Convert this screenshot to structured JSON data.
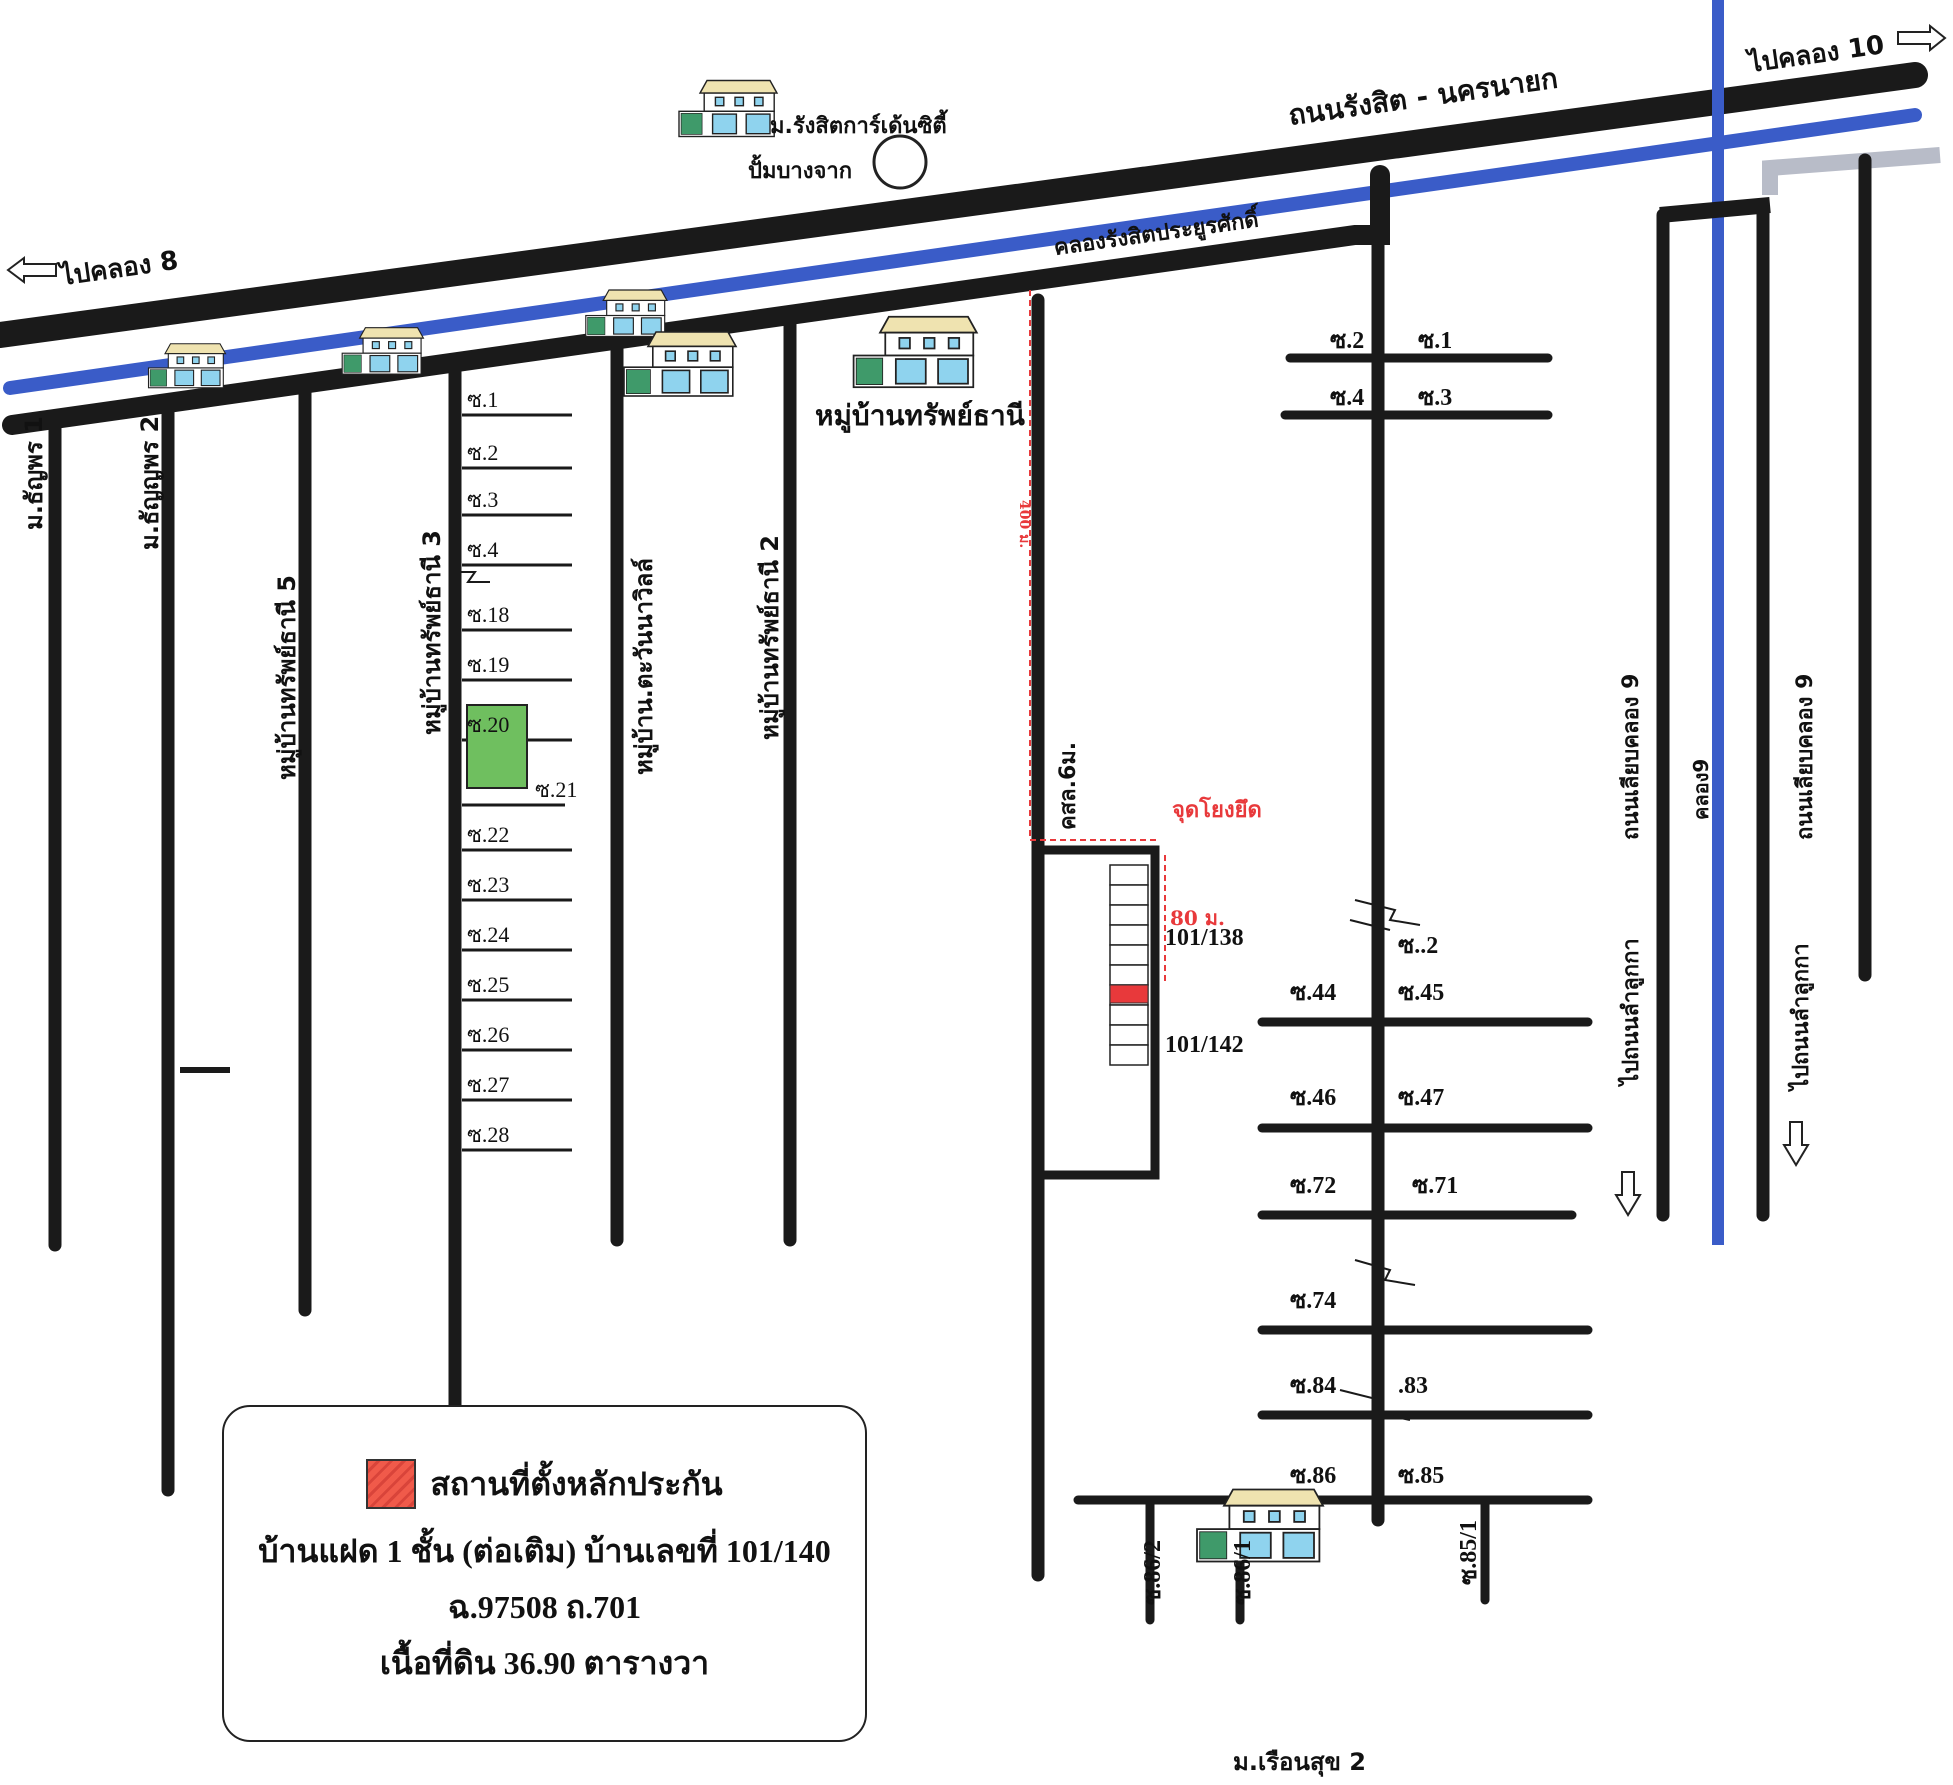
{
  "title": "แผนที่ตั้งหลักประกัน",
  "colors": {
    "road": "#1a1a1a",
    "canal": "#3a5cc8",
    "collateral": "#e8393b",
    "annotation": "#e8393b",
    "park": "#6fbf5f",
    "arrow_green": "#2f7a4a"
  },
  "main_roads": {
    "rangsit_nakhonnayok": "ถนนรังสิต - นครนายก",
    "to_khlong_8": "ไปคลอง 8",
    "to_khlong_10": "ไปคลอง 10",
    "canal_name": "คลองรังสิตประยูรศักดิ์",
    "landmark_pump": "ปั้มบางจาก",
    "landmark_village": "ม.รังสิตการ์เด้นซิตี้"
  },
  "villages": [
    {
      "label": "ม.ธัญพร 1"
    },
    {
      "label": "ม.ธัญญพร 2"
    },
    {
      "label": "หมู่บ้านทรัพย์ธานี 5"
    },
    {
      "label": "หมู่บ้านทรัพย์ธานี 3"
    },
    {
      "label": "หมู่บ้าน.ตะวันนาวิลล์"
    },
    {
      "label": "หมู่บ้านทรัพย์ธานี 2"
    },
    {
      "label": "หมู่บ้านทรัพย์ธานี"
    },
    {
      "label": "ม.เรือนสุข 2"
    }
  ],
  "left_sois": [
    "ซ.1",
    "ซ.2",
    "ซ.3",
    "ซ.4",
    "ซ.18",
    "ซ.19",
    "ซ.20",
    "ซ.21",
    "ซ.22",
    "ซ.23",
    "ซ.24",
    "ซ.25",
    "ซ.26",
    "ซ.27",
    "ซ.28"
  ],
  "road_klong6": "คสล.6ม.",
  "annotations": {
    "distance_400": "400 ม.",
    "distance_80": "80 ม.",
    "reference_point": "จุดโยงยึด",
    "house_138": "101/138",
    "house_142": "101/142"
  },
  "right_sois": {
    "top_left": [
      "ซ.2",
      "ซ.4"
    ],
    "top_right": [
      "ซ.1",
      "ซ.3"
    ],
    "partial": "ซ..2",
    "pairs": [
      {
        "left": "ซ.44",
        "right": "ซ.45"
      },
      {
        "left": "ซ.46",
        "right": "ซ.47"
      },
      {
        "left": "ซ.72",
        "right": "ซ.71"
      },
      {
        "left": "ซ.74",
        "right": ""
      },
      {
        "left": "ซ.84",
        "right": ".83"
      },
      {
        "left": "ซ.86",
        "right": "ซ.85"
      }
    ],
    "branches": [
      "ซ.86/2",
      "ซ.86/1",
      "ซ.85/1"
    ]
  },
  "east_side": {
    "road_a": "ถนนเลียบคลอง 9",
    "canal": "คลอง9",
    "road_b": "ถนนเลียบคลอง 9",
    "to_lamlukka_a": "ไปถนนลำลูกกา",
    "to_lamlukka_b": "ไปถนนลำลูกกา"
  },
  "legend": {
    "title": "สถานที่ตั้งหลักประกัน",
    "line1": "บ้านแฝด 1 ชั้น (ต่อเติม) บ้านเลขที่ 101/140",
    "line2": "ฉ.97508 ถ.701",
    "line3": "เนื้อที่ดิน 36.90 ตารางวา"
  }
}
